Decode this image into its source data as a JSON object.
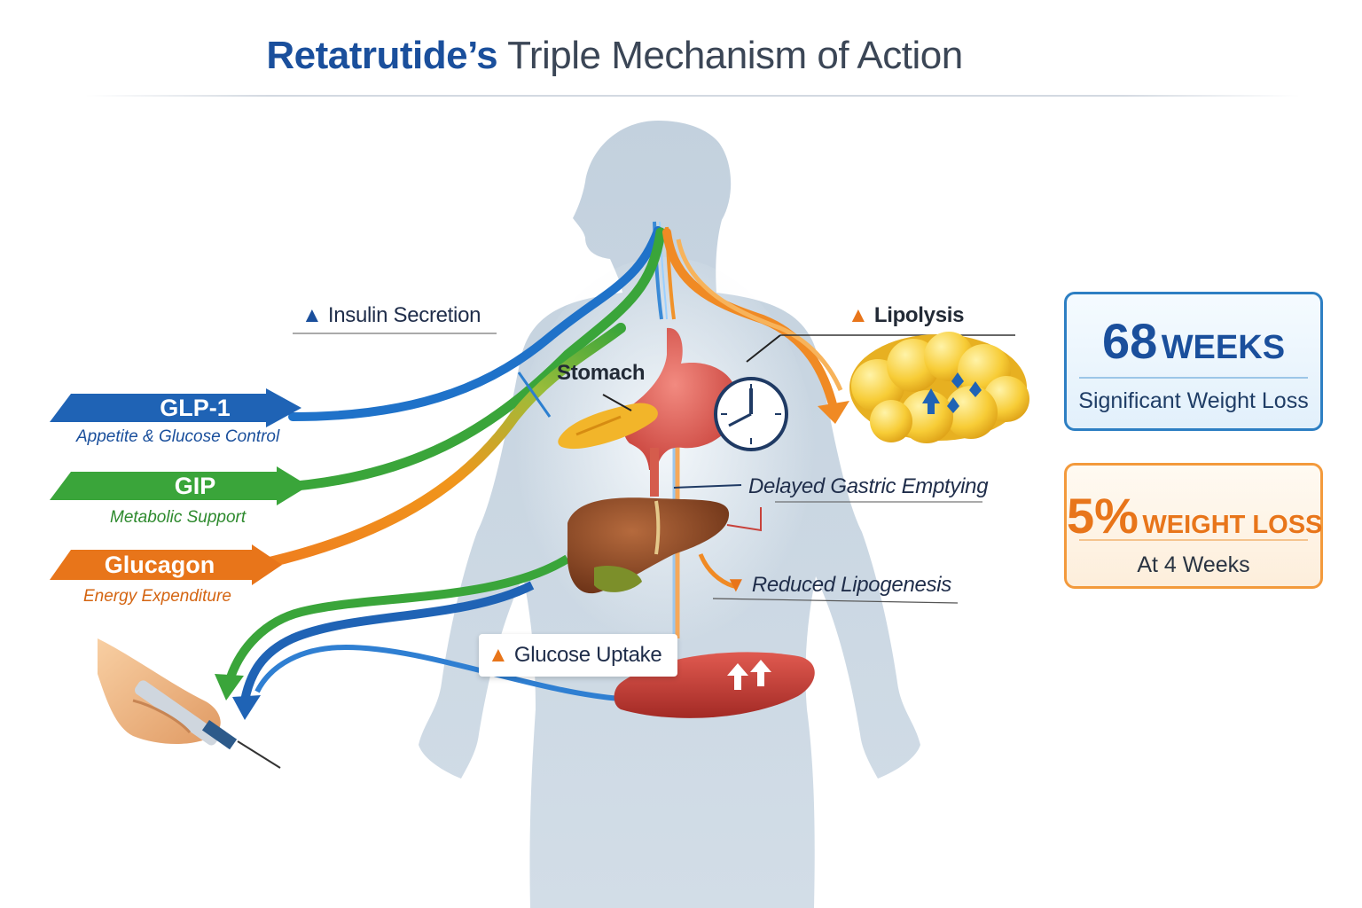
{
  "title": {
    "bold": "Retatrutide’s",
    "rest": "Triple Mechanism of Action"
  },
  "colors": {
    "blue": "#1f63b5",
    "green": "#3aa53a",
    "orange": "#e8751a",
    "body": "#c9d6e2",
    "navy": "#1a4f9c"
  },
  "receptors": [
    {
      "name": "GLP-1",
      "subtitle": "Appetite & Glucose Control"
    },
    {
      "name": "GIP",
      "subtitle": "Metabolic Support"
    },
    {
      "name": "Glucagon",
      "subtitle": "Energy Expenditure"
    }
  ],
  "effects": {
    "insulin": "Insulin Secretion",
    "lipolysis": "Lipolysis",
    "stomach": "Stomach",
    "gastric": "Delayed Gastric Emptying",
    "lipogenesis": "Reduced Lipogenesis",
    "glucose": "Glucose Uptake"
  },
  "stats": [
    {
      "number": "68",
      "unit": "WEEKS",
      "caption": "Significant Weight Loss"
    },
    {
      "number": "5%",
      "unit": "WEIGHT LOSS",
      "caption": "At 4 Weeks"
    }
  ],
  "icons": {
    "up_arrow": "up-arrow-icon",
    "down_arrow": "down-arrow-icon",
    "clock": "clock-icon",
    "syringe": "injection-pen-icon"
  }
}
